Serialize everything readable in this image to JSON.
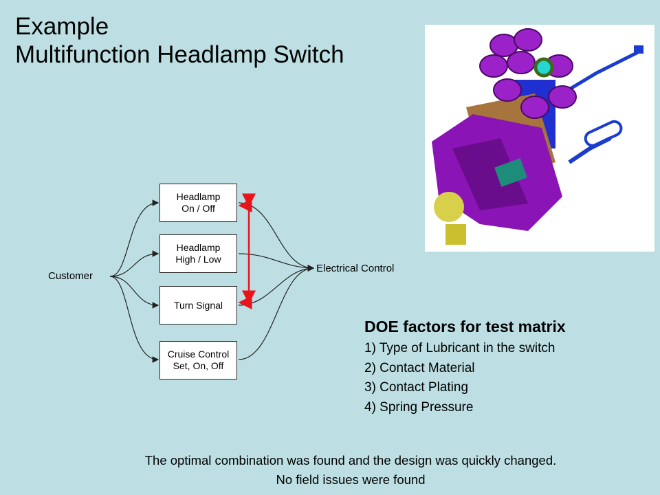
{
  "title": {
    "line1": "Example",
    "line2": "Multifunction Headlamp Switch"
  },
  "image": {
    "icon": "headlamp-switch-cad-render"
  },
  "diagram": {
    "input_label": "Customer",
    "output_label": "Electrical Control",
    "functions": [
      {
        "line1": "Headlamp",
        "line2": "On / Off"
      },
      {
        "line1": "Headlamp",
        "line2": "High / Low"
      },
      {
        "line1": "Turn Signal",
        "line2": ""
      },
      {
        "line1": "Cruise Control",
        "line2": "Set, On, Off"
      }
    ],
    "interaction_color": "#e8141c"
  },
  "doe": {
    "heading": "DOE factors for test matrix",
    "items": [
      "1) Type of Lubricant in the switch",
      "2) Contact Material",
      "3) Contact Plating",
      "4) Spring Pressure"
    ]
  },
  "footer": {
    "line1": "The optimal combination was found and the design was quickly changed.",
    "line2": "No field issues were found"
  }
}
